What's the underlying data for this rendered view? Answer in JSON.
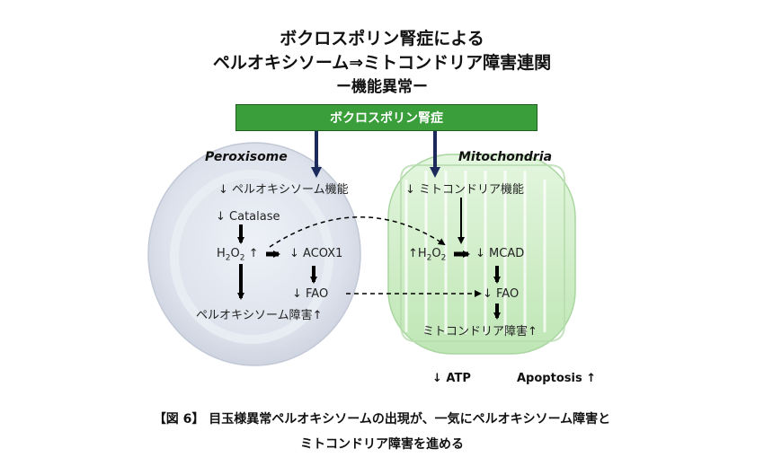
{
  "title": {
    "line1": "ボクロスポリン腎症による",
    "line2": "ペルオキシソーム⇒ミトコンドリア障害連関",
    "line3": "ー機能異常ー"
  },
  "banner": "ボクロスポリン腎症",
  "peroxisome": {
    "name": "Peroxisome",
    "function_down": "↓ ペルオキシソーム機能",
    "catalase": "↓ Catalase",
    "h2o2_prefix": "H",
    "h2o2_sub1": "2",
    "h2o2_o": "O",
    "h2o2_sub2": "2",
    "h2o2_arrow": " ↑",
    "acox1": "↓ ACOX1",
    "fao": "↓ FAO",
    "damage": "ペルオキシソーム障害↑"
  },
  "mitochondria": {
    "name": "Mitochondria",
    "function_down": "↓ ミトコンドリア機能",
    "h2o2_prefix": "↑H",
    "h2o2_sub1": "2",
    "h2o2_o": "O",
    "h2o2_sub2": "2",
    "mcad": "↓ MCAD",
    "fao": "↓ FAO",
    "damage": "ミトコンドリア障害↑"
  },
  "outcomes": {
    "atp": "↓ ATP",
    "apoptosis": "Apoptosis ↑"
  },
  "caption": {
    "line1": "【図 6】 目玉様異常ペルオキシソームの出現が、一気にペルオキシソーム障害と",
    "line2": "ミトコンドリア障害を進める"
  },
  "colors": {
    "banner": "#3a9e3a",
    "peroxisome_fill": "#dde3ee",
    "mitochondria_fill": "#cfeec8",
    "connector": "#1b2a5a"
  }
}
